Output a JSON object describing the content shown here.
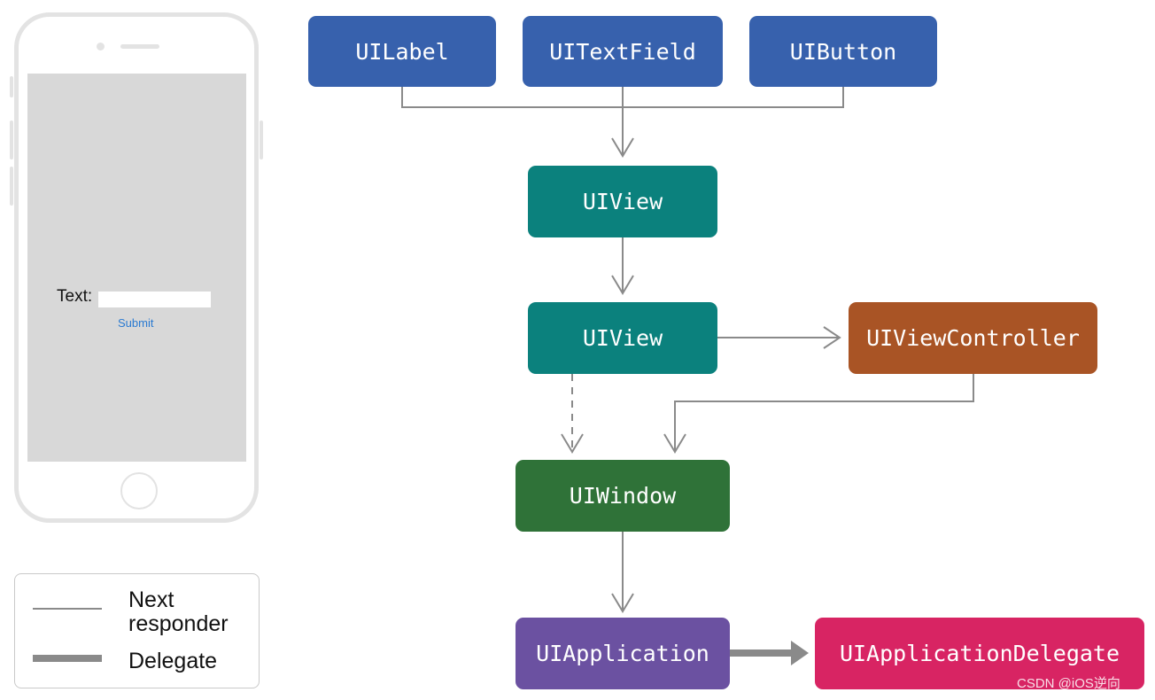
{
  "nodes": {
    "uilabel": "UILabel",
    "uitextfield": "UITextField",
    "uibutton": "UIButton",
    "uiview_top": "UIView",
    "uiview_middle": "UIView",
    "uiviewcontroller": "UIViewController",
    "uiwindow": "UIWindow",
    "uiapplication": "UIApplication",
    "uiapplicationdelegate": "UIApplicationDelegate"
  },
  "colors": {
    "blue": "#3761ad",
    "teal": "#0b817d",
    "orange": "#a95425",
    "green": "#2f7238",
    "purple": "#6b51a1",
    "pink": "#d82463",
    "connector": "#8a8a8a"
  },
  "phone": {
    "field_label": "Text:",
    "submit_button": "Submit"
  },
  "legend": {
    "next_responder": "Next\nresponder",
    "delegate": "Delegate"
  },
  "watermark": "CSDN @iOS逆向"
}
